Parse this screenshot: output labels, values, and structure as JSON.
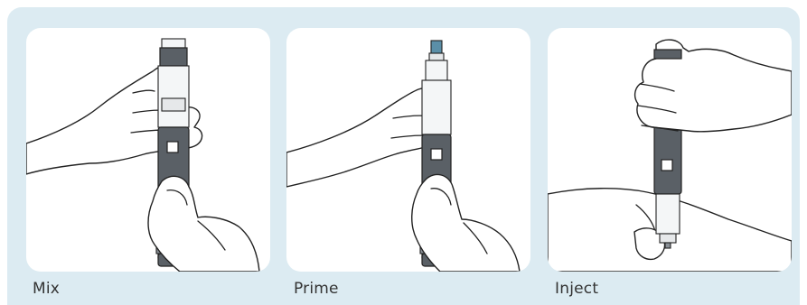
{
  "steps": [
    {
      "label": "Mix"
    },
    {
      "label": "Prime"
    },
    {
      "label": "Inject"
    }
  ],
  "colors": {
    "panel_background": "#dcebf2",
    "card_background": "#ffffff",
    "pen_body": "#5a6066",
    "needle_cap": "#5b8fa8"
  }
}
